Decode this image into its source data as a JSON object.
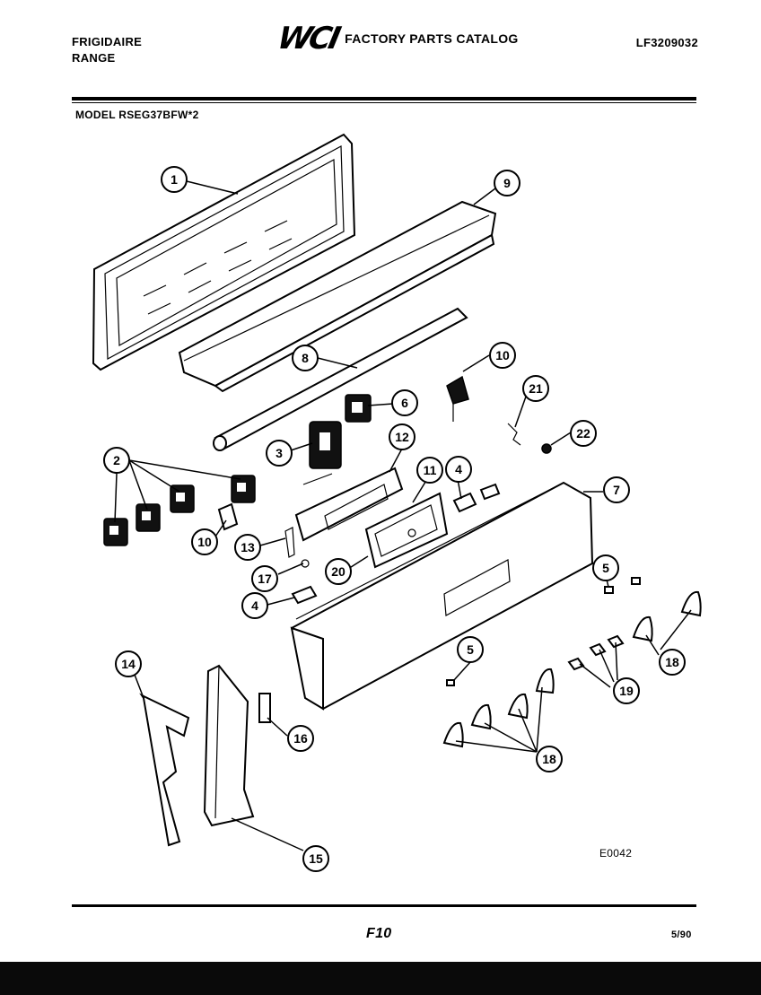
{
  "header": {
    "brand_line1": "FRIGIDAIRE",
    "brand_line2": "RANGE",
    "logo": "WCI",
    "catalog_title": "FACTORY PARTS CATALOG",
    "doc_number": "LF3209032"
  },
  "model": "MODEL RSEG37BFW*2",
  "callouts": [
    "1",
    "2",
    "3",
    "4",
    "4",
    "5",
    "5",
    "6",
    "7",
    "8",
    "9",
    "10",
    "10",
    "11",
    "12",
    "13",
    "14",
    "15",
    "16",
    "17",
    "18",
    "18",
    "19",
    "20",
    "21",
    "22"
  ],
  "figure_code": "E0042",
  "footer": {
    "page": "F10",
    "date": "5/90"
  },
  "colors": {
    "ink": "#000000",
    "paper": "#ffffff",
    "scan_bar": "#0a0a0a"
  }
}
